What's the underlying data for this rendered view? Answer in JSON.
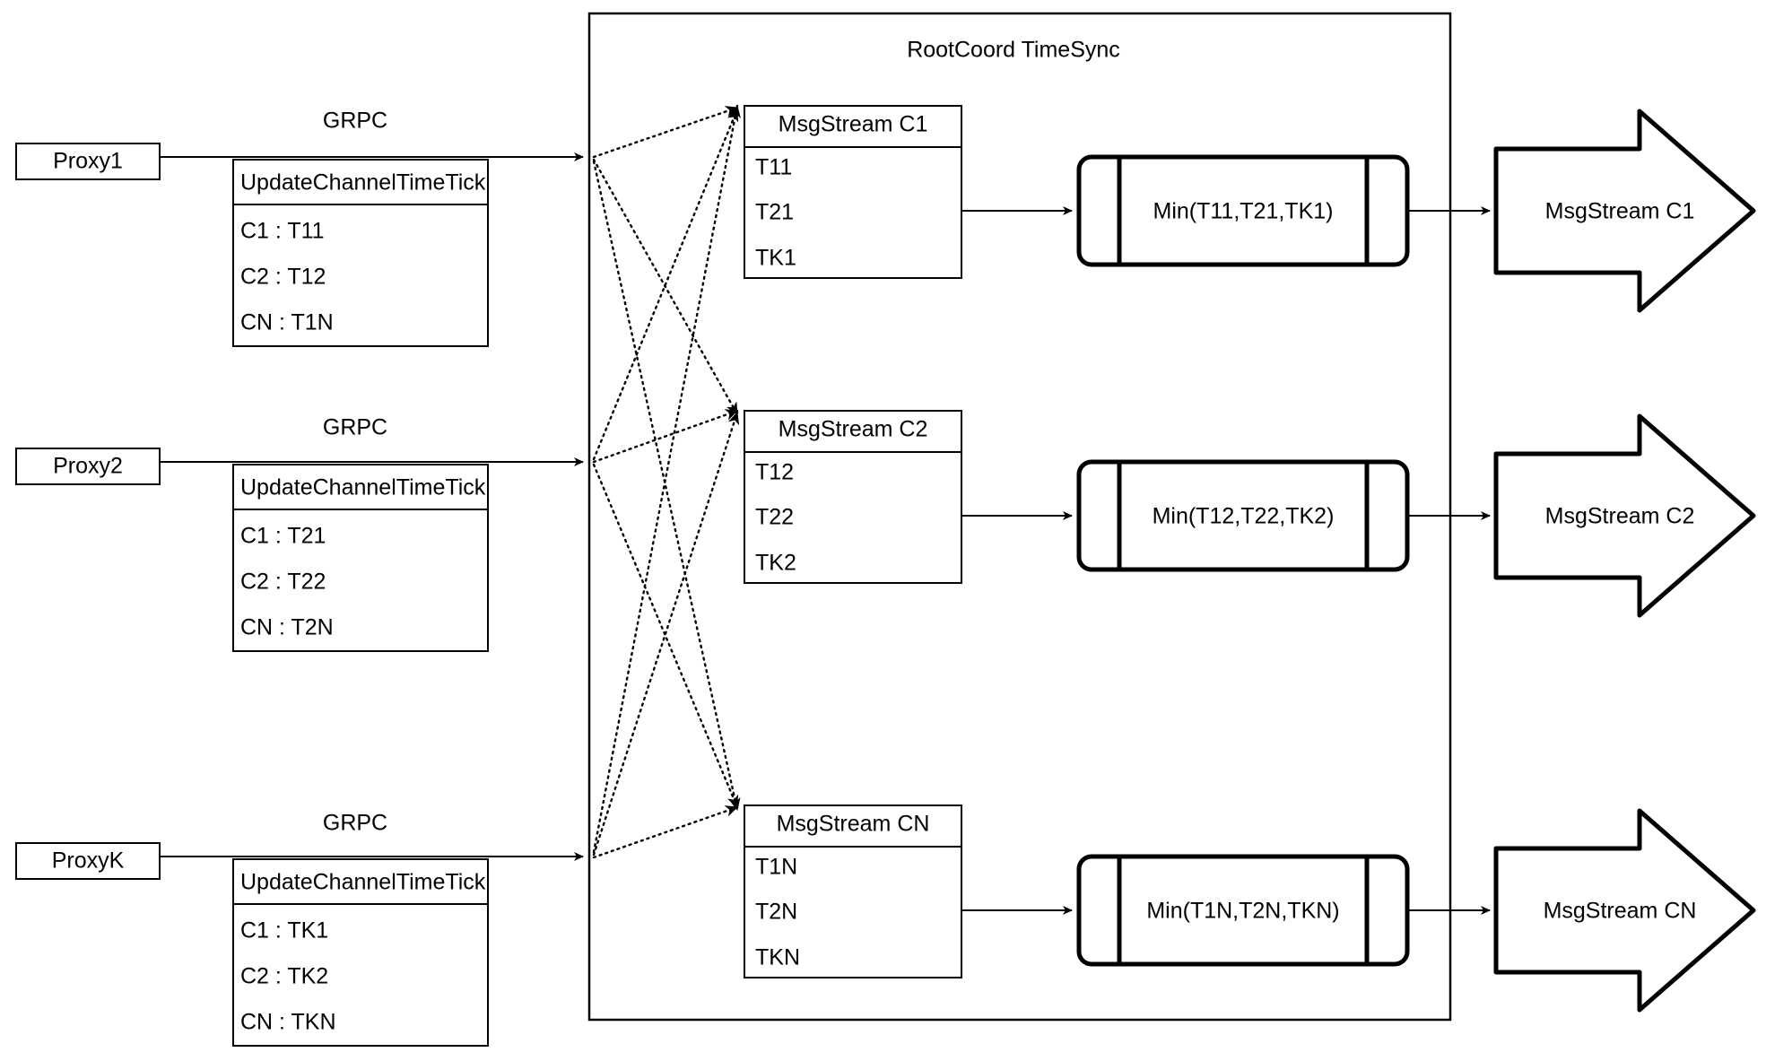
{
  "diagram": {
    "container_title": "RootCoord TimeSync",
    "colors": {
      "stroke": "#000000",
      "fill": "#ffffff",
      "text": "#000000"
    },
    "proxies": [
      {
        "name": "Proxy1",
        "link_label": "GRPC",
        "request": {
          "header": "UpdateChannelTimeTick",
          "rows": [
            "C1 :  T11",
            "C2 :  T12",
            "CN : T1N"
          ]
        }
      },
      {
        "name": "Proxy2",
        "link_label": "GRPC",
        "request": {
          "header": "UpdateChannelTimeTick",
          "rows": [
            "C1 :  T21",
            "C2 :  T22",
            "CN : T2N"
          ]
        }
      },
      {
        "name": "ProxyK",
        "link_label": "GRPC",
        "request": {
          "header": "UpdateChannelTimeTick",
          "rows": [
            "C1 :  TK1",
            "C2 :  TK2",
            "CN : TKN"
          ]
        }
      }
    ],
    "channels": [
      {
        "msgstream_title": "MsgStream C1",
        "msgstream_rows": [
          "T11",
          "T21",
          "TK1"
        ],
        "min_label": "Min(T11,T21,TK1)",
        "output_label": "MsgStream C1"
      },
      {
        "msgstream_title": "MsgStream C2",
        "msgstream_rows": [
          "T12",
          "T22",
          "TK2"
        ],
        "min_label": "Min(T12,T22,TK2)",
        "output_label": "MsgStream C2"
      },
      {
        "msgstream_title": "MsgStream CN",
        "msgstream_rows": [
          "T1N",
          "T2N",
          "TKN"
        ],
        "min_label": "Min(T1N,T2N,TKN)",
        "output_label": "MsgStream CN"
      }
    ]
  }
}
